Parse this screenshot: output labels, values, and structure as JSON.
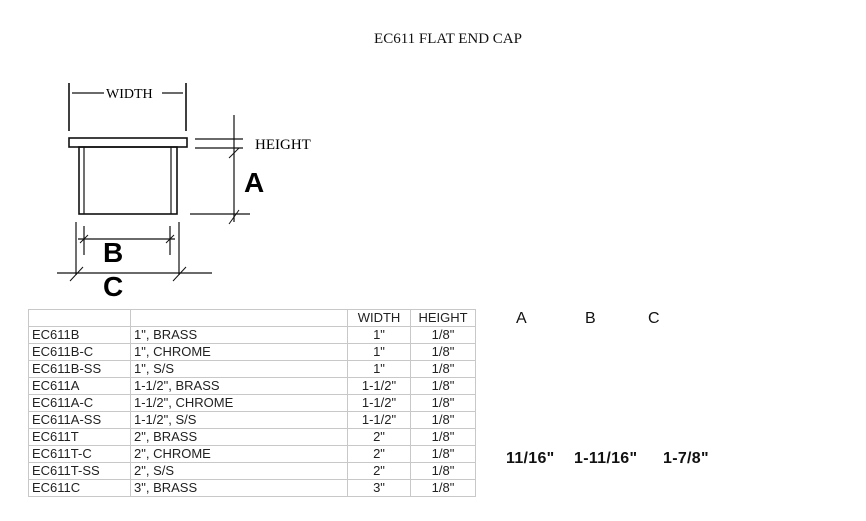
{
  "title": "EC611 FLAT END CAP",
  "drawing": {
    "width_label": "WIDTH",
    "height_label": "HEIGHT",
    "a_label": "A",
    "b_label": "B",
    "c_label": "C"
  },
  "table": {
    "headers": [
      "",
      "",
      "WIDTH",
      "HEIGHT"
    ],
    "rows": [
      [
        "EC611B",
        "1\", BRASS",
        "1\"",
        "1/8\""
      ],
      [
        "EC611B-C",
        "1\", CHROME",
        "1\"",
        "1/8\""
      ],
      [
        "EC611B-SS",
        "1\", S/S",
        "1\"",
        "1/8\""
      ],
      [
        "EC611A",
        "1-1/2\", BRASS",
        "1-1/2\"",
        "1/8\""
      ],
      [
        "EC611A-C",
        "1-1/2\", CHROME",
        "1-1/2\"",
        "1/8\""
      ],
      [
        "EC611A-SS",
        "1-1/2\", S/S",
        "1-1/2\"",
        "1/8\""
      ],
      [
        "EC611T",
        "2\", BRASS",
        "2\"",
        "1/8\""
      ],
      [
        "EC611T-C",
        "2\", CHROME",
        "2\"",
        "1/8\""
      ],
      [
        "EC611T-SS",
        "2\", S/S",
        "2\"",
        "1/8\""
      ],
      [
        "EC611C",
        "3\", BRASS",
        "3\"",
        "1/8\""
      ]
    ]
  },
  "dimensions": {
    "headers": [
      "A",
      "B",
      "C"
    ],
    "values": [
      "11/16\"",
      "1-11/16\"",
      "1-7/8\""
    ]
  }
}
